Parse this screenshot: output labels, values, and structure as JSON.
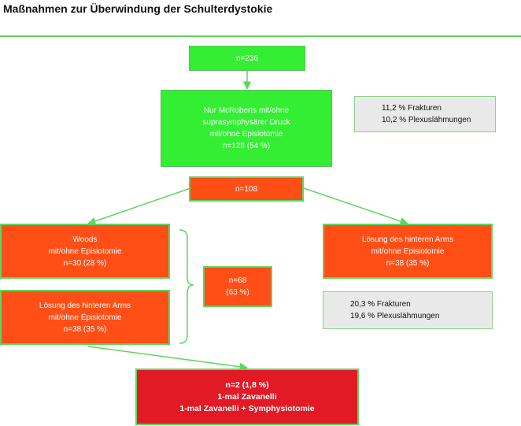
{
  "header": {
    "title": "Maßnahmen zur Überwindung der Schulterdystokie"
  },
  "nodes": {
    "total": {
      "lines": [
        "n=236"
      ]
    },
    "mcroberts": {
      "lines": [
        "Nur McRoberts mit/ohne",
        "suprasymphysärer Druck",
        "mit/ohne Episiotomie",
        "n=128 (54 %)"
      ]
    },
    "complication_1": {
      "lines": [
        "11,2 % Frakturen",
        "10,2 % Plexuslähmungen"
      ]
    },
    "remaining": {
      "lines": [
        "n=108"
      ]
    },
    "woods": {
      "lines": [
        "Woods",
        "mit/ohne Episiotomie",
        "n=30 (28 %)"
      ]
    },
    "posterior_arm_left": {
      "lines": [
        "Lösung des hinteren Arms",
        "mit/ohne Episiotomie",
        "n=38 (35 %)"
      ]
    },
    "combined": {
      "lines": [
        "n=68",
        "(63 %)"
      ]
    },
    "posterior_arm_right": {
      "lines": [
        "Lösung des hinteren Arms",
        "mit/ohne Episiotomie",
        "n=38 (35 %)"
      ]
    },
    "complication_2": {
      "lines": [
        "20,3 % Frakturen",
        "19,6 % Plexuslähmungen"
      ]
    },
    "zavanelli": {
      "lines": [
        "n=2 (1,8 %)",
        "1-mal Zavanelli",
        "1-mal Zavanelli + Symphysiotomie"
      ]
    }
  },
  "colors": {
    "connector": "#5ed65e",
    "green_box": "#33ee33",
    "orange_box": "#ff4f16",
    "red_box": "#e11a26",
    "grey_box": "#e9e9e9"
  }
}
